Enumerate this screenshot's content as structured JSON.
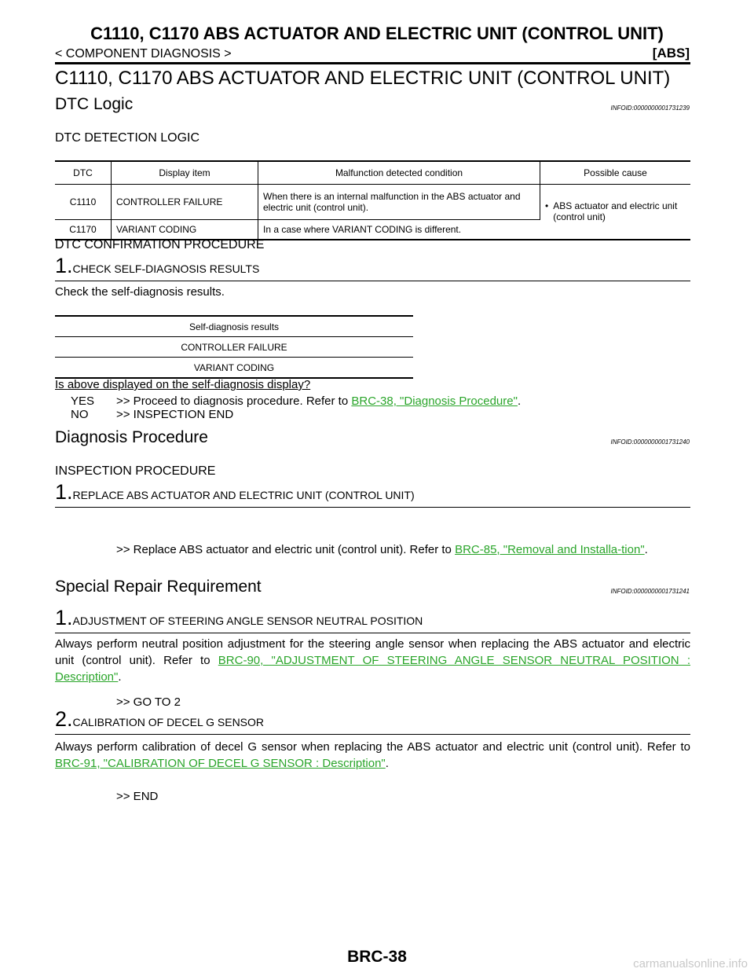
{
  "header": {
    "title": "C1110, C1170 ABS ACTUATOR AND ELECTRIC UNIT (CONTROL UNIT)",
    "section": "< COMPONENT DIAGNOSIS >",
    "tag": "[ABS]"
  },
  "section_title": "C1110, C1170 ABS ACTUATOR AND ELECTRIC UNIT (CONTROL UNIT)",
  "dtc_logic": {
    "heading": "DTC Logic",
    "infoid": "INFOID:0000000001731239",
    "subheading": "DTC DETECTION LOGIC",
    "table": {
      "headers": [
        "DTC",
        "Display item",
        "Malfunction detected condition",
        "Possible cause"
      ],
      "rows": [
        {
          "dtc": "C1110",
          "item": "CONTROLLER FAILURE",
          "condition": "When there is an internal malfunction in the ABS actuator and electric unit (control unit)."
        },
        {
          "dtc": "C1170",
          "item": "VARIANT CODING",
          "condition": "In a case where VARIANT CODING is different."
        }
      ],
      "possible_cause": "ABS actuator and electric unit (control unit)"
    }
  },
  "confirmation": {
    "heading": "DTC CONFIRMATION PROCEDURE",
    "step_num": "1.",
    "step_title": "CHECK SELF-DIAGNOSIS RESULTS",
    "text": "Check the self-diagnosis results.",
    "table_header": "Self-diagnosis results",
    "table_rows": [
      "CONTROLLER FAILURE",
      "VARIANT CODING"
    ],
    "question": "Is above displayed on the self-diagnosis display?",
    "yes_label": "YES",
    "yes_text": ">> Proceed to diagnosis procedure. Refer to ",
    "yes_link": "BRC-38, \"Diagnosis Procedure\"",
    "no_label": "NO",
    "no_text": ">> INSPECTION END"
  },
  "diagnosis": {
    "heading": "Diagnosis Procedure",
    "infoid": "INFOID:0000000001731240",
    "subheading": "INSPECTION PROCEDURE",
    "step_num": "1.",
    "step_title": "REPLACE ABS ACTUATOR AND ELECTRIC UNIT (CONTROL UNIT)",
    "text": ">> Replace ABS actuator and electric unit (control unit). Refer to ",
    "link": "BRC-85, \"Removal and Installa-tion\""
  },
  "special": {
    "heading": "Special Repair Requirement",
    "infoid": "INFOID:0000000001731241",
    "step1_num": "1.",
    "step1_title": "ADJUSTMENT OF STEERING ANGLE SENSOR NEUTRAL POSITION",
    "step1_text": "Always perform neutral position adjustment for the steering angle sensor when replacing the ABS actuator and electric unit (control unit). Refer to ",
    "step1_link": "BRC-90, \"ADJUSTMENT OF STEERING ANGLE SENSOR NEUTRAL POSITION : Description\"",
    "step1_result": ">> GO TO 2",
    "step2_num": "2.",
    "step2_title": "CALIBRATION OF DECEL G SENSOR",
    "step2_text": "Always perform calibration of decel G sensor when replacing the ABS actuator and electric unit (control unit). Refer to ",
    "step2_link": "BRC-91, \"CALIBRATION OF DECEL G SENSOR : Description\"",
    "step2_result": ">> END"
  },
  "footer": {
    "page": "BRC-38",
    "watermark": "carmanualsonline.info"
  }
}
